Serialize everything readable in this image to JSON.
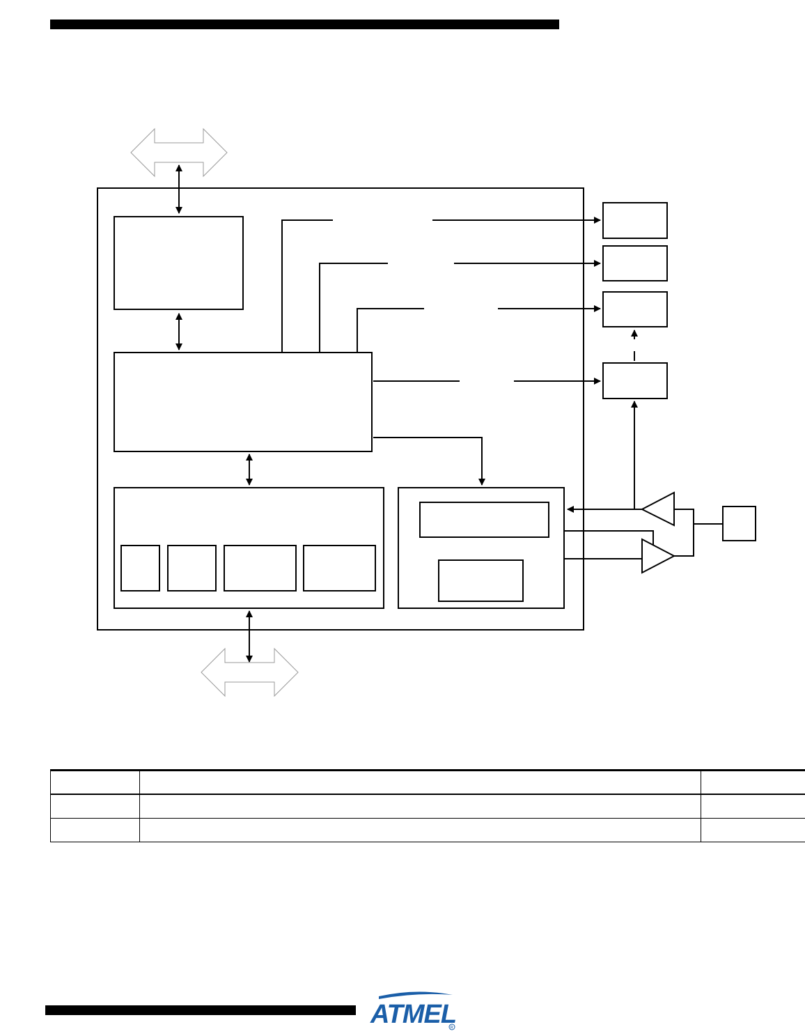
{
  "colors": {
    "ink": "#000000",
    "logo": "#1a5ea8",
    "paper": "#ffffff"
  },
  "logo": {
    "name": "atmel-logo",
    "text": "ATMEL"
  },
  "diagram": {
    "blocks": [
      "bus-interface-block",
      "control-logic-block",
      "register-block",
      "comparator-block",
      "output-block-1",
      "output-block-2",
      "output-block-3",
      "output-block-4",
      "pin-block"
    ],
    "icons": [
      "double-arrow-icon",
      "comparator-triangle-icon",
      "arrow-head-icon"
    ]
  },
  "table": {
    "headers": [
      "",
      "",
      ""
    ],
    "rows": [
      [
        "",
        "",
        ""
      ],
      [
        "",
        "",
        ""
      ]
    ]
  }
}
